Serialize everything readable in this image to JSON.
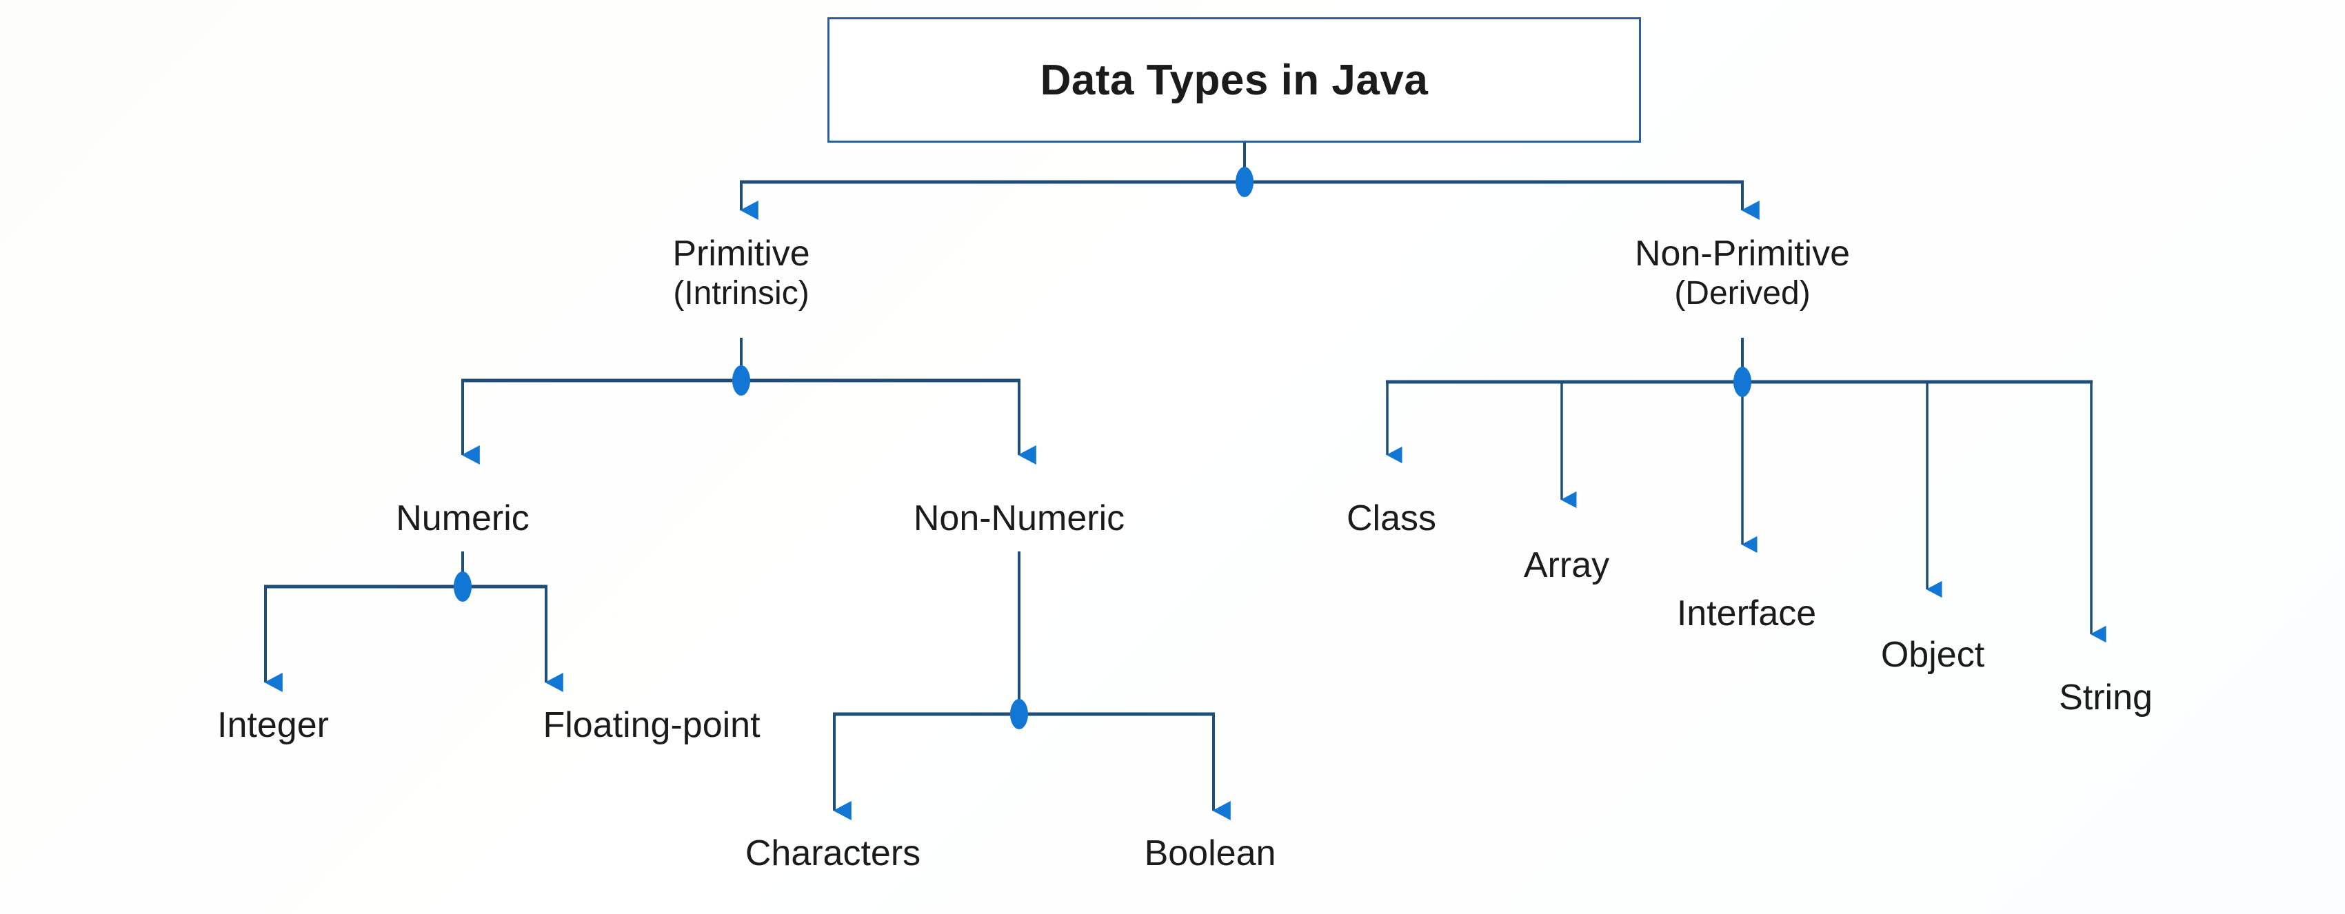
{
  "diagram": {
    "title": "Data Types in Java",
    "colors": {
      "connector": "#1f4e79",
      "arrow": "#1277d4",
      "junction_dot": "#1277d4",
      "box_border": "#2b5f9e",
      "text": "#1b1b1b",
      "background": "#ffffff"
    },
    "nodes": {
      "root": "Data Types in Java",
      "primitive": "Primitive",
      "primitive_sub": "(Intrinsic)",
      "non_primitive": "Non-Primitive",
      "non_primitive_sub": "(Derived)",
      "numeric": "Numeric",
      "non_numeric": "Non-Numeric",
      "integer": "Integer",
      "floating_point": "Floating-point",
      "characters": "Characters",
      "boolean": "Boolean",
      "class": "Class",
      "array": "Array",
      "interface": "Interface",
      "object": "Object",
      "string": "String"
    }
  },
  "chart_data": {
    "type": "tree",
    "title": "Data Types in Java",
    "root": {
      "label": "Data Types in Java",
      "children": [
        {
          "label": "Primitive (Intrinsic)",
          "children": [
            {
              "label": "Numeric",
              "children": [
                {
                  "label": "Integer",
                  "children": []
                },
                {
                  "label": "Floating-point",
                  "children": []
                }
              ]
            },
            {
              "label": "Non-Numeric",
              "children": [
                {
                  "label": "Characters",
                  "children": []
                },
                {
                  "label": "Boolean",
                  "children": []
                }
              ]
            }
          ]
        },
        {
          "label": "Non-Primitive (Derived)",
          "children": [
            {
              "label": "Class",
              "children": []
            },
            {
              "label": "Array",
              "children": []
            },
            {
              "label": "Interface",
              "children": []
            },
            {
              "label": "Object",
              "children": []
            },
            {
              "label": "String",
              "children": []
            }
          ]
        }
      ]
    },
    "depth": 4,
    "leaf_count": 9,
    "orientation": "top-down"
  }
}
